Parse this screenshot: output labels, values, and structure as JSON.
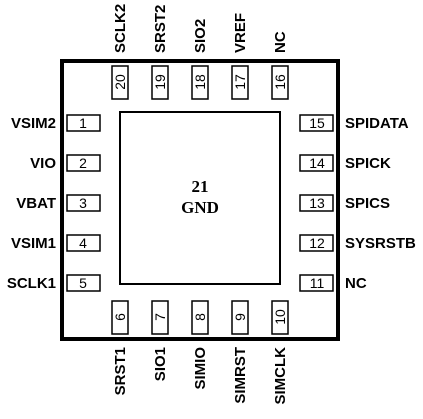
{
  "package": {
    "center_pin_number": "21",
    "center_pin_label": "GND"
  },
  "left_pins": [
    {
      "number": "1",
      "label": "VSIM2"
    },
    {
      "number": "2",
      "label": "VIO"
    },
    {
      "number": "3",
      "label": "VBAT"
    },
    {
      "number": "4",
      "label": "VSIM1"
    },
    {
      "number": "5",
      "label": "SCLK1"
    }
  ],
  "bottom_pins": [
    {
      "number": "6",
      "label": "SRST1"
    },
    {
      "number": "7",
      "label": "SIO1"
    },
    {
      "number": "8",
      "label": "SIMIO"
    },
    {
      "number": "9",
      "label": "SIMRST"
    },
    {
      "number": "10",
      "label": "SIMCLK"
    }
  ],
  "right_pins": [
    {
      "number": "11",
      "label": "NC"
    },
    {
      "number": "12",
      "label": "SYSRSTB"
    },
    {
      "number": "13",
      "label": "SPICS"
    },
    {
      "number": "14",
      "label": "SPICK"
    },
    {
      "number": "15",
      "label": "SPIDATA"
    }
  ],
  "top_pins": [
    {
      "number": "16",
      "label": "NC"
    },
    {
      "number": "17",
      "label": "VREF"
    },
    {
      "number": "18",
      "label": "SIO2"
    },
    {
      "number": "19",
      "label": "SRST2"
    },
    {
      "number": "20",
      "label": "SCLK2"
    }
  ]
}
